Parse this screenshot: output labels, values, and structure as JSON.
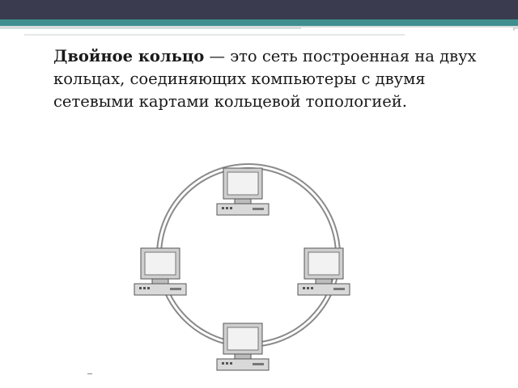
{
  "slide": {
    "term": "Двойное кольцо",
    "definition": " — это сеть построенная на двух кольцах, соединяющих компьютеры с двумя сетевыми картами кольцевой топологией."
  },
  "diagram": {
    "nodes": [
      "top",
      "left",
      "right",
      "bottom"
    ],
    "colors": {
      "ring": "#8a8a8a",
      "screen": "#dcdcdc",
      "case": "#bcbcbc",
      "outline": "#555555"
    }
  }
}
